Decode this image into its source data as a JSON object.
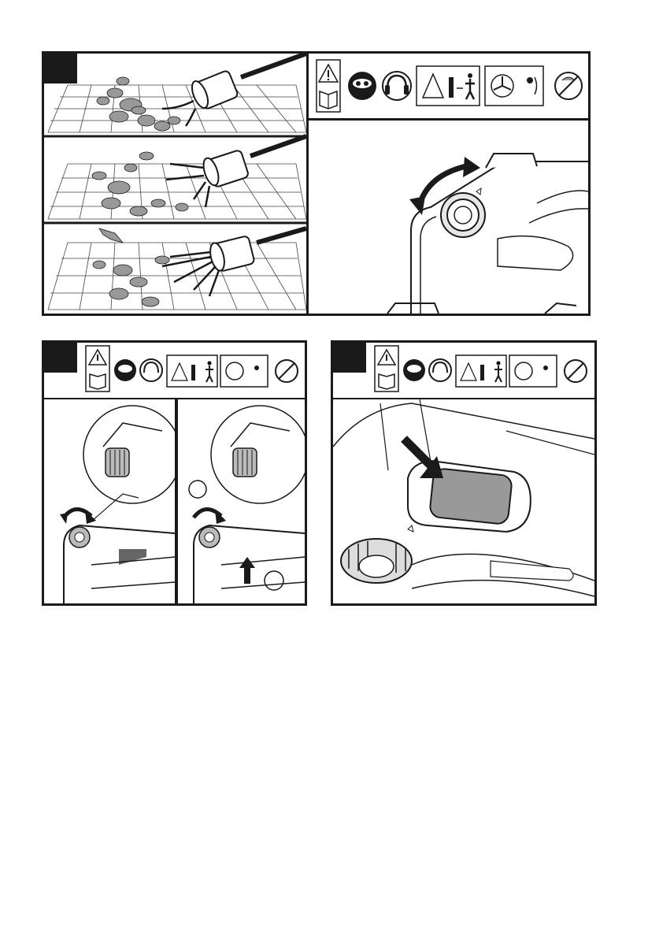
{
  "figures": [
    {
      "id": "fig-top",
      "tag": ""
    },
    {
      "id": "fig-bottom-left",
      "tag": ""
    },
    {
      "id": "fig-bottom-right",
      "tag": ""
    }
  ],
  "icons": [
    "warning-icon",
    "manual-book-icon",
    "eye-protection-icon",
    "hearing-protection-icon",
    "keep-distance-icon",
    "rotating-fan-icon",
    "no-rain-icon"
  ]
}
